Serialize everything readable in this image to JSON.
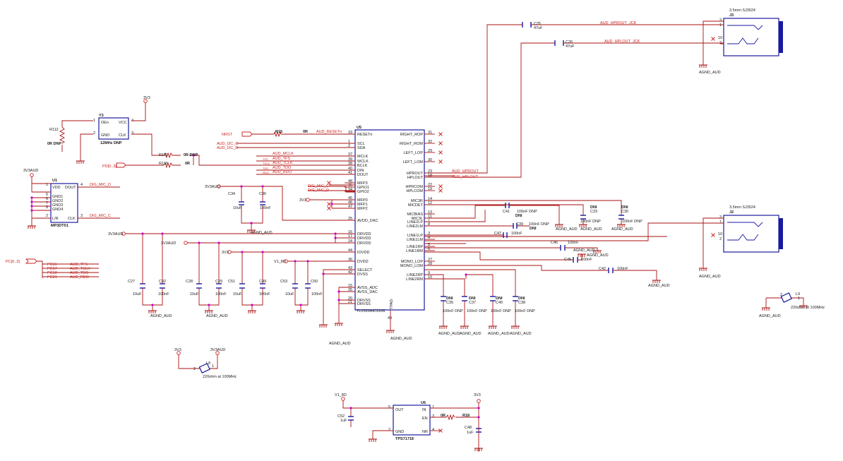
{
  "u5": {
    "ref": "U5",
    "part": "TLV320AIC3106",
    "left_pins": [
      {
        "name": "RESETn",
        "num": "33"
      },
      {
        "name": "SCL",
        "num": "1"
      },
      {
        "name": "SDA",
        "num": "2"
      },
      {
        "name": "MCLK",
        "num": "37"
      },
      {
        "name": "WCLK",
        "num": "39"
      },
      {
        "name": "BCLK",
        "num": "38"
      },
      {
        "name": "DIN",
        "num": "40"
      },
      {
        "name": "DOUT",
        "num": "41"
      },
      {
        "name": "MFP3",
        "num": "48"
      },
      {
        "name": "GPIO1",
        "num": "35"
      },
      {
        "name": "GPIO2",
        "num": "34"
      },
      {
        "name": "MFP0",
        "num": "45"
      },
      {
        "name": "MFP1",
        "num": "46"
      },
      {
        "name": "MFP2",
        "num": "47"
      },
      {
        "name": "AVDD_DAC",
        "num": "25"
      },
      {
        "name": "DRVDD",
        "num": "16"
      },
      {
        "name": "DRVDD",
        "num": "17"
      },
      {
        "name": "DRVDD",
        "num": "24"
      },
      {
        "name": "IOVDD",
        "num": "44"
      },
      {
        "name": "DVDD",
        "num": "36"
      },
      {
        "name": "SELECT",
        "num": "43"
      },
      {
        "name": "DVSS",
        "num": "42"
      },
      {
        "name": "AVSS_ADC",
        "num": "15"
      },
      {
        "name": "AVSS_DAC",
        "num": "26"
      },
      {
        "name": "DRVSS",
        "num": "20"
      },
      {
        "name": "DRVSS",
        "num": "21"
      }
    ],
    "right_pins": [
      {
        "name": "RIGHT_ROP",
        "num": "31"
      },
      {
        "name": "RIGHT_ROM",
        "num": "32"
      },
      {
        "name": "LEFT_LOP",
        "num": "29"
      },
      {
        "name": "LEFT_LOM",
        "num": "30"
      },
      {
        "name": "HPROUT",
        "num": "23"
      },
      {
        "name": "HPLOUT",
        "num": "18"
      },
      {
        "name": "HPRCOM",
        "num": "22"
      },
      {
        "name": "HPLCOM",
        "num": "19"
      },
      {
        "name": "MIC3R",
        "num": "14"
      },
      {
        "name": "MICDET",
        "num": "12"
      },
      {
        "name": "MICBIAS",
        "num": "13"
      },
      {
        "name": "MIC3L",
        "num": "11"
      },
      {
        "name": "LINE2LP",
        "num": "7"
      },
      {
        "name": "LINE2LM",
        "num": "8"
      },
      {
        "name": "LINE1LP",
        "num": "3"
      },
      {
        "name": "LINE1LM",
        "num": "4"
      },
      {
        "name": "LINE1RP",
        "num": "5"
      },
      {
        "name": "LINE1RM",
        "num": "6"
      },
      {
        "name": "MONO_LOP",
        "num": "27"
      },
      {
        "name": "MONO_LOM",
        "num": "28"
      },
      {
        "name": "LINE2RP",
        "num": "9"
      },
      {
        "name": "LINE2RM",
        "num": "10"
      }
    ],
    "tpad": "TPAD",
    "tpad_pin": "49"
  },
  "y3": {
    "ref": "Y3",
    "pins": [
      "OEn",
      "VCC",
      "GND",
      "CLK"
    ],
    "nums": [
      "1",
      "4",
      "2",
      "3"
    ],
    "value": "12MHz DNP"
  },
  "u1": {
    "ref": "U1",
    "part": "MP3DT01",
    "pins": [
      "VDD",
      "DOUT",
      "GND1",
      "GND2",
      "GND3",
      "GND4",
      "L/R",
      "CLK"
    ],
    "nums": [
      "1",
      "4",
      "5",
      "6",
      "7",
      "8",
      "2",
      "3"
    ]
  },
  "u6": {
    "ref": "U6",
    "part": "TPS71718",
    "pins": [
      "OUT",
      "IN",
      "EN",
      "GND",
      "NR"
    ],
    "nums": [
      "5",
      "1",
      "3",
      "2",
      "4"
    ]
  },
  "j3": {
    "ref": "J3",
    "part": "3.5mm SJ3524",
    "nums": [
      "3",
      "1",
      "10",
      "2"
    ]
  },
  "j2": {
    "ref": "J2",
    "part": "3.5mm SJ3524",
    "nums": [
      "3",
      "1",
      "10",
      "2"
    ]
  },
  "nets": {
    "nrst": "NRST",
    "aud_resetn": "AUD_RESETn",
    "aud_i2c_c": "AUD_I2C_C",
    "aud_i2c_d": "AUD_I2C_D",
    "pc0": "PC[0..3]",
    "pd0": "PD[0..3]",
    "aud_mclk": "AUD_MCLK",
    "aud_tfs": "AUD_TFS",
    "aud_tclk": "AUD_TCLK",
    "aud_tdo": "AUD_TDO",
    "aud_rdo": "AUD_RDO",
    "dig_mic_c": "DIG_MIC_C",
    "dig_mic_d": "DIG_MIC_D",
    "aud_hprout": "AUD_HPROUT",
    "aud_hplout": "AUD_HPLOUT",
    "aud_hprout_jck": "AUD_HPROUT_JCK",
    "aud_hplout_jck": "AUD_HPLOUT_JCK",
    "pc16": "PC16",
    "pc17": "PC17",
    "pc18": "PC18",
    "pc21": "PC21",
    "ln_tfs": "TFS",
    "ln_tclk": "TCLK",
    "ln_tdo": "TDO",
    "ln_rdo": "RDO",
    "v3v3": "3V3",
    "v3v3aud": "3V3AUD",
    "v1v8": "V1_8D",
    "agnd": "AGND_AUD"
  },
  "parts": {
    "r112": {
      "ref": "R112",
      "value": "0R DNP"
    },
    "r111": {
      "ref": "R111",
      "value": "0R DNP"
    },
    "r110": {
      "ref": "R110",
      "value": "0R"
    },
    "r15": {
      "ref": "R15",
      "value": "0R"
    },
    "r18": {
      "ref": "R18",
      "value": "0R"
    },
    "c25": {
      "ref": "C25",
      "value": "47uF"
    },
    "c26": {
      "ref": "C26",
      "value": "47uF"
    },
    "c34": {
      "ref": "C34",
      "value": "10uF"
    },
    "c36": {
      "ref": "C36",
      "value": "100nF"
    },
    "c27": {
      "ref": "C27",
      "value": "10uF"
    },
    "c32": {
      "ref": "C32",
      "value": "100nF"
    },
    "c28": {
      "ref": "C28",
      "value": "10uF"
    },
    "c29": {
      "ref": "C29",
      "value": "100nF"
    },
    "c51": {
      "ref": "C51",
      "value": "10uF"
    },
    "c49": {
      "ref": "C49",
      "value": "100nF"
    },
    "c53": {
      "ref": "C53",
      "value": "10uF"
    },
    "c50": {
      "ref": "C50",
      "value": "100nF"
    },
    "c41": {
      "ref": "C41",
      "value": "100nF DNP",
      "dni": "DNI"
    },
    "c39": {
      "ref": "C39",
      "value": "100nF DNP",
      "dni": "DNI"
    },
    "c33": {
      "ref": "C33",
      "value": "100nF DNP",
      "dni": "DNI"
    },
    "c30": {
      "ref": "C30",
      "value": "100nF DNP",
      "dni": "DNI"
    },
    "c47": {
      "ref": "C47",
      "value": "100nF"
    },
    "c46": {
      "ref": "C46",
      "value": "100nF"
    },
    "c45": {
      "ref": "C45",
      "value": "100nF"
    },
    "c42": {
      "ref": "C42",
      "value": "100nF"
    },
    "c35": {
      "ref": "C35",
      "value": "100nF DNP",
      "dni": "DNI"
    },
    "c37": {
      "ref": "C37",
      "value": "100nF DNP",
      "dni": "DNI"
    },
    "c40": {
      "ref": "C40",
      "value": "100nF DNP",
      "dni": "DNI"
    },
    "c38": {
      "ref": "C38",
      "value": "100nF DNP",
      "dni": "DNI"
    },
    "c52": {
      "ref": "C52",
      "value": "1uF"
    },
    "c48": {
      "ref": "C48",
      "value": "1uF"
    },
    "l8": {
      "ref": "L8",
      "value": "220ohm at 100MHz"
    },
    "l9": {
      "ref": "L9",
      "value": "220ohm at 100MHz"
    }
  }
}
